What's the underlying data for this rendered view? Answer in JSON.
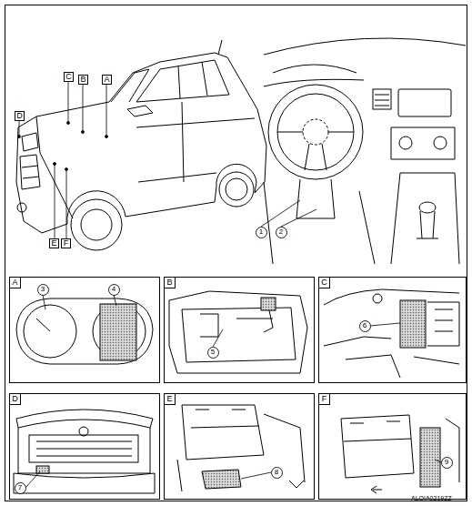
{
  "diagram": {
    "nodes": [
      {
        "text": [
          "C"
        ]
      },
      {
        "text": [
          "B"
        ]
      },
      {
        "text": [
          "A"
        ]
      },
      {
        "text": [
          "D"
        ]
      },
      {
        "text": [
          "E"
        ]
      },
      {
        "text": [
          "F"
        ]
      },
      {
        "text": [
          "1"
        ]
      },
      {
        "text": [
          "2"
        ]
      },
      {
        "text": [
          "A"
        ]
      },
      {
        "text": [
          "3"
        ],
        "in": 8
      },
      {
        "text": [
          "4"
        ],
        "in": 8
      },
      {
        "text": [
          "B"
        ]
      },
      {
        "text": [
          "5"
        ],
        "in": 11
      },
      {
        "text": [
          "C"
        ]
      },
      {
        "text": [
          "6"
        ],
        "in": 13
      },
      {
        "text": [
          "D"
        ]
      },
      {
        "text": [
          "7"
        ],
        "in": 15
      },
      {
        "text": [
          "E"
        ]
      },
      {
        "text": [
          "8"
        ],
        "in": 17
      },
      {
        "text": [
          "F"
        ]
      },
      {
        "text": [
          "9"
        ],
        "in": 19
      }
    ],
    "labels": [
      "ALOIA0219ZZ"
    ]
  }
}
